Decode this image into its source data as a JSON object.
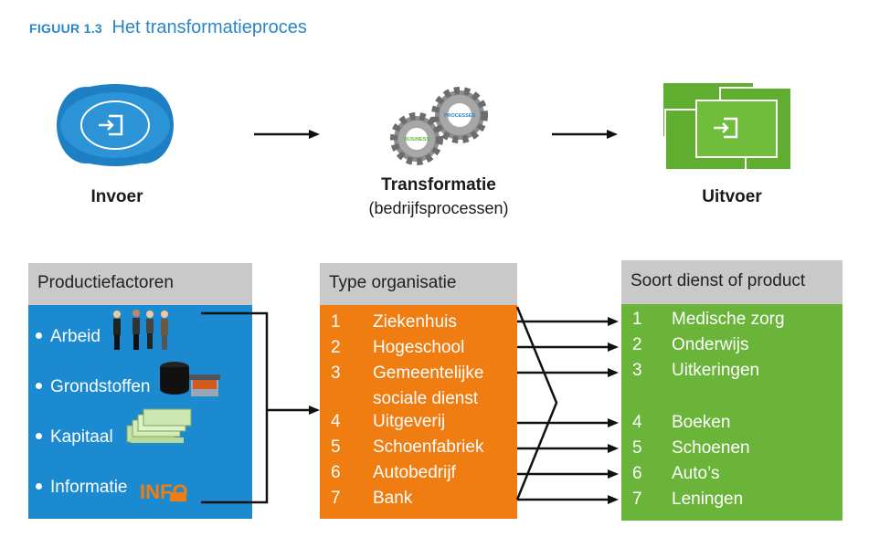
{
  "figure": {
    "number": "FIGUUR 1.3",
    "title": "Het transformatieproces"
  },
  "stages": {
    "input": {
      "label": "Invoer"
    },
    "transformation": {
      "label": "Transformatie",
      "sublabel": "(bedrijfsprocessen)",
      "gear_labels": [
        "PROCESSES",
        "BUSINESS"
      ]
    },
    "output": {
      "label": "Uitvoer"
    }
  },
  "factors": {
    "header": "Productiefactoren",
    "items": [
      {
        "label": "Arbeid",
        "icon": "people-icon"
      },
      {
        "label": "Grondstoffen",
        "icon": "raw-materials-icon"
      },
      {
        "label": "Kapitaal",
        "icon": "money-icon"
      },
      {
        "label": "Informatie",
        "icon": "info-icon",
        "icon_text": "INFO"
      }
    ]
  },
  "organisations": {
    "header": "Type organisatie",
    "items": [
      {
        "num": "1",
        "label": "Ziekenhuis"
      },
      {
        "num": "2",
        "label": "Hogeschool"
      },
      {
        "num": "3",
        "label": "Gemeentelijke",
        "label2": "sociale dienst"
      },
      {
        "num": "4",
        "label": "Uitgeverij"
      },
      {
        "num": "5",
        "label": "Schoenfabriek"
      },
      {
        "num": "6",
        "label": "Autobedrijf"
      },
      {
        "num": "7",
        "label": "Bank"
      }
    ]
  },
  "products": {
    "header": "Soort dienst of product",
    "items": [
      {
        "num": "1",
        "label": "Medische zorg"
      },
      {
        "num": "2",
        "label": "Onderwijs"
      },
      {
        "num": "3",
        "label": "Uitkeringen"
      },
      {
        "num": "4",
        "label": "Boeken"
      },
      {
        "num": "5",
        "label": "Schoenen"
      },
      {
        "num": "6",
        "label": "Auto’s"
      },
      {
        "num": "7",
        "label": "Leningen"
      }
    ]
  },
  "colors": {
    "title_blue": "#2b86c6",
    "factors_blue": "#1c8ad0",
    "org_orange": "#f07d12",
    "product_green": "#6ab43a",
    "header_gray": "#c9c9c9"
  }
}
